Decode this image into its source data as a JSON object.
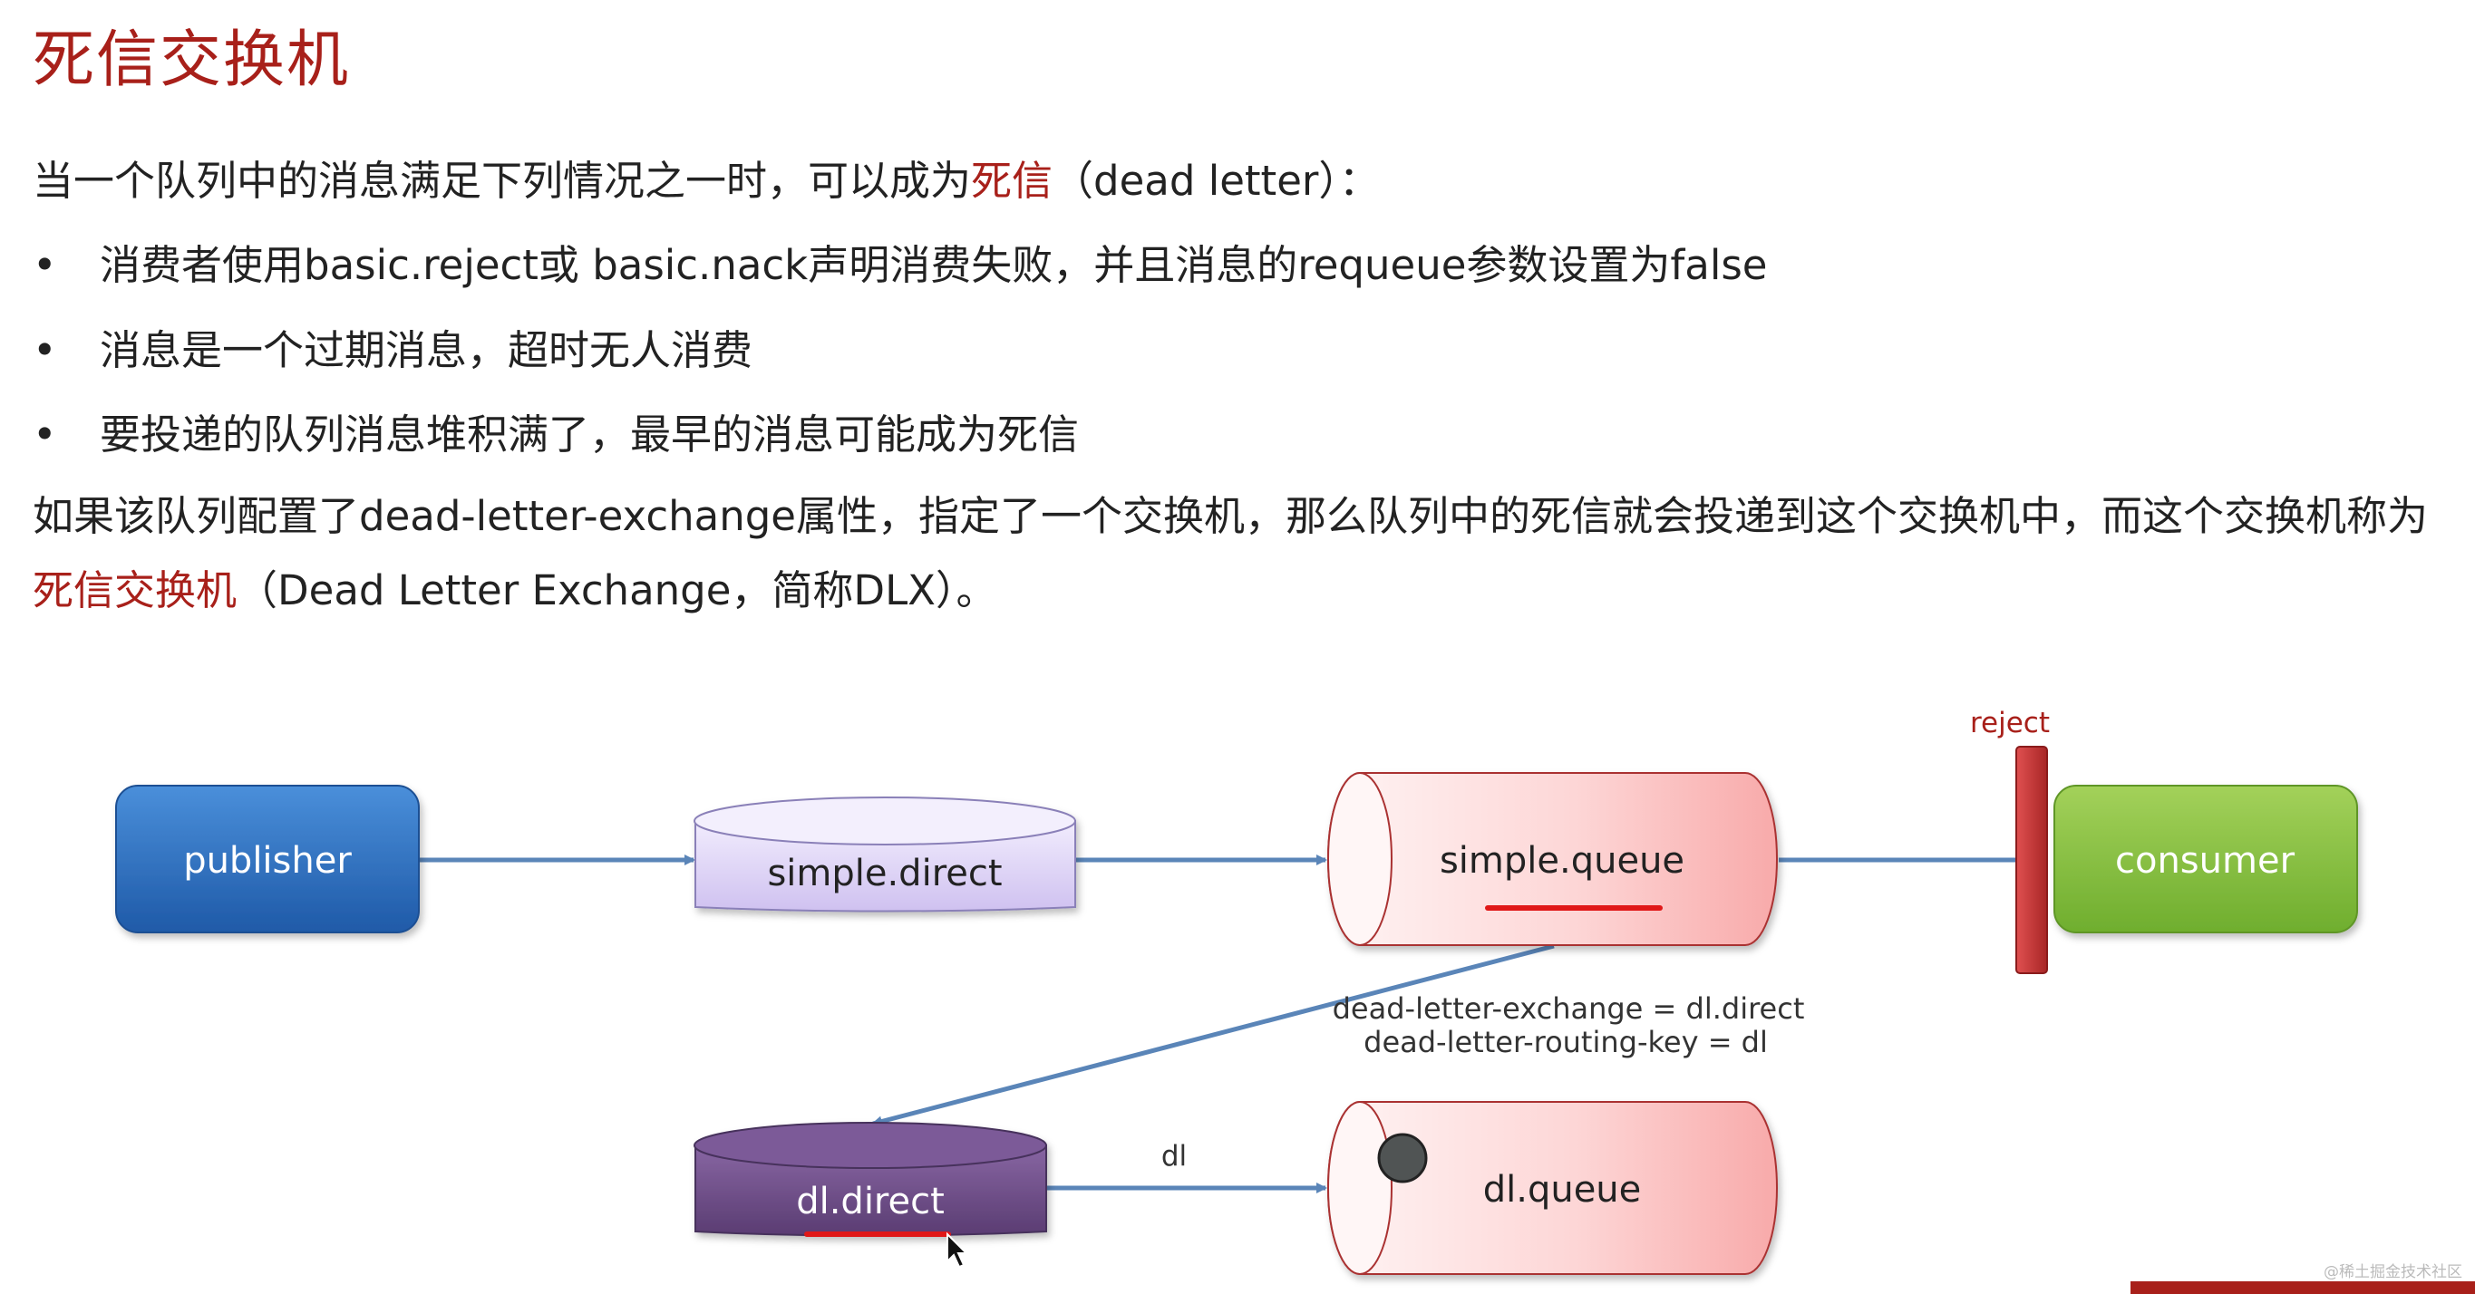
{
  "title": "死信交换机",
  "intro": {
    "before": "当一个队列中的消息满足下列情况之一时，可以成为",
    "highlight": "死信",
    "after": "（dead letter）："
  },
  "bullets": [
    "消费者使用basic.reject或 basic.nack声明消费失败，并且消息的requeue参数设置为false",
    "消息是一个过期消息，超时无人消费",
    "要投递的队列消息堆积满了，最早的消息可能成为死信"
  ],
  "bullet_symbol": "•",
  "outro": {
    "line1": "如果该队列配置了dead-letter-exchange属性，指定了一个交换机，那么队列中的死信就会投递到这个交换机中，而这个交换机称为",
    "highlight": "死信交换机",
    "line2_after": "（Dead Letter Exchange，简称DLX）。"
  },
  "diagram": {
    "publisher": "publisher",
    "simple_exchange": "simple.direct",
    "simple_queue": "simple.queue",
    "consumer": "consumer",
    "reject_label": "reject",
    "dl_config_line1": "dead-letter-exchange = dl.direct",
    "dl_config_line2": "dead-letter-routing-key = dl",
    "dl_exchange": "dl.direct",
    "routing_key": "dl",
    "dl_queue": "dl.queue",
    "icons": [
      "cursor-icon",
      "message-dot-icon"
    ],
    "colors": {
      "title_red": "#a8201a",
      "publisher_blue": "#2f6fbf",
      "exchange_lavender": "#ddd4f5",
      "queue_pink": "#fcc8c8",
      "consumer_green": "#8bc34a",
      "reject_red": "#c53a3a",
      "dl_exchange_purple": "#6c4a85",
      "arrow_blue": "#5a85b8",
      "underline_red": "#e01818"
    }
  },
  "watermark": "@稀土掘金技术社区"
}
